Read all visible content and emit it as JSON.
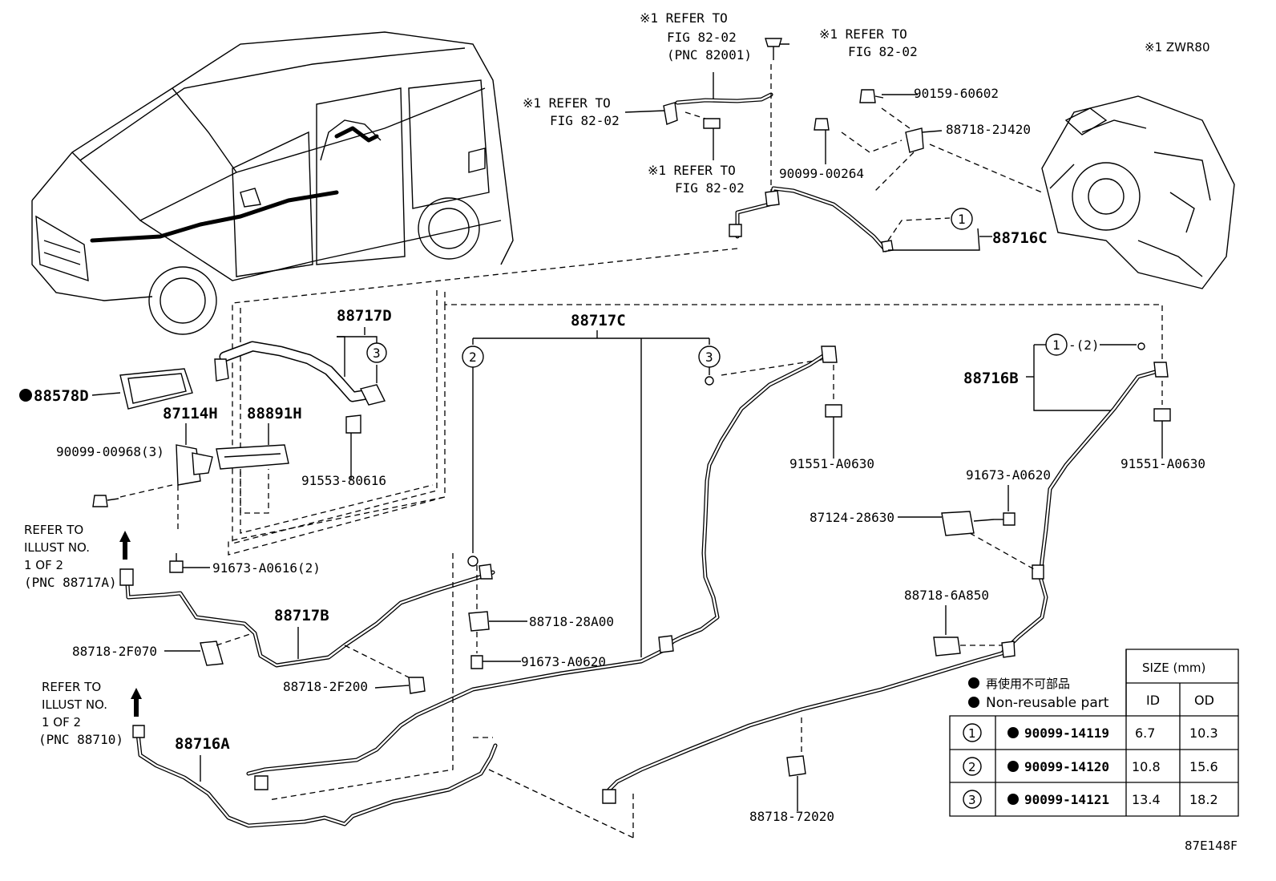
{
  "notes": {
    "refer_fig_top": [
      "※1 REFER TO",
      "FIG 82-02",
      "(PNC 82001)"
    ],
    "refer_fig_right": [
      "※1 REFER TO",
      "FIG 82-02"
    ],
    "refer_fig_left": [
      "※1 REFER TO",
      "FIG 82-02"
    ],
    "refer_fig_mid": [
      "※1 REFER TO",
      "FIG 82-02"
    ],
    "model_note": "※1 ZWR80",
    "refer_illust_1": [
      "REFER TO",
      "ILLUST NO.",
      "1 OF 2",
      "(PNC 88717A)"
    ],
    "refer_illust_2": [
      "REFER TO",
      "ILLUST NO.",
      "1 OF 2",
      "(PNC 88710)"
    ],
    "figure_code": "87E148F"
  },
  "parts": {
    "p90159_60602": "90159-60602",
    "p88718_2J420": "88718-2J420",
    "p90099_00264": "90099-00264",
    "p88716C": "88716C",
    "p88717D": "88717D",
    "p88717C": "88717C",
    "p88716B": "88716B",
    "p88578D": "88578D",
    "p87114H": "87114H",
    "p88891H": "88891H",
    "p90099_00968": "90099-00968(3)",
    "p91553_80616": "91553-80616",
    "p91551_A0630_a": "91551-A0630",
    "p91551_A0630_b": "91551-A0630",
    "p91673_A0620_a": "91673-A0620",
    "p87124_28630": "87124-28630",
    "p91673_A0616": "91673-A0616(2)",
    "p88718_28A00": "88718-28A00",
    "p91673_A0620_b": "91673-A0620",
    "p88718_6A850": "88718-6A850",
    "p88717B": "88717B",
    "p88718_2F070": "88718-2F070",
    "p88718_2F200": "88718-2F200",
    "p88716A": "88716A",
    "p88718_72020": "88718-72020",
    "sub_2": "-(2)"
  },
  "callouts": {
    "c1": "1",
    "c2": "2",
    "c3": "3"
  },
  "legend": {
    "jp": "再使用不可部品",
    "en": "Non-reusable part"
  },
  "size_table": {
    "header": "SIZE (mm)",
    "col_id": "ID",
    "col_od": "OD",
    "rows": [
      {
        "ref": "1",
        "part": "90099-14119",
        "id": "6.7",
        "od": "10.3"
      },
      {
        "ref": "2",
        "part": "90099-14120",
        "id": "10.8",
        "od": "15.6"
      },
      {
        "ref": "3",
        "part": "90099-14121",
        "id": "13.4",
        "od": "18.2"
      }
    ]
  }
}
